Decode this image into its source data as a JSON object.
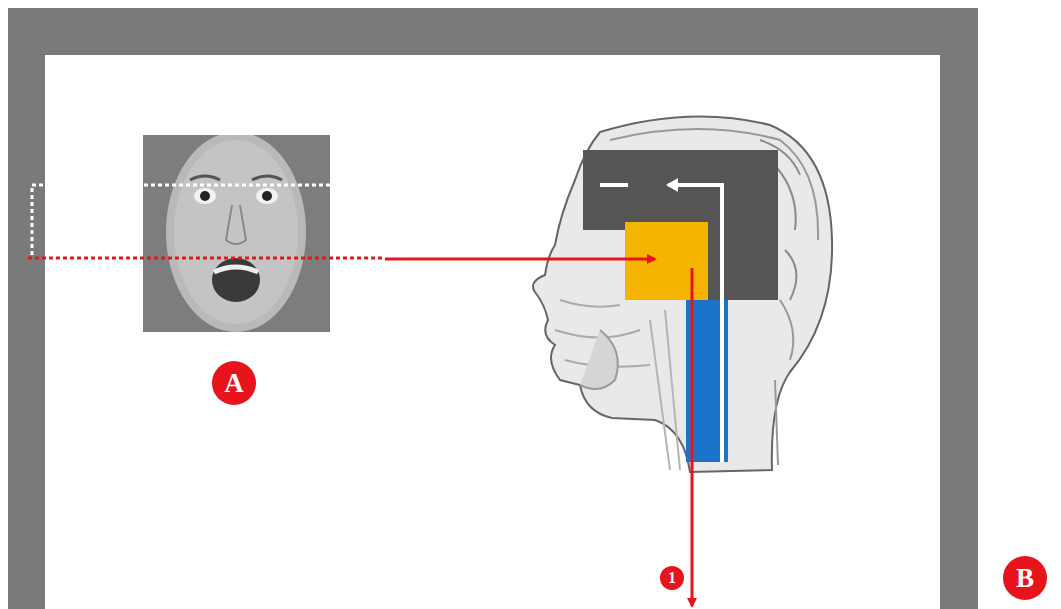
{
  "diagram": {
    "labels": [
      "A",
      "1",
      "B"
    ]
  }
}
